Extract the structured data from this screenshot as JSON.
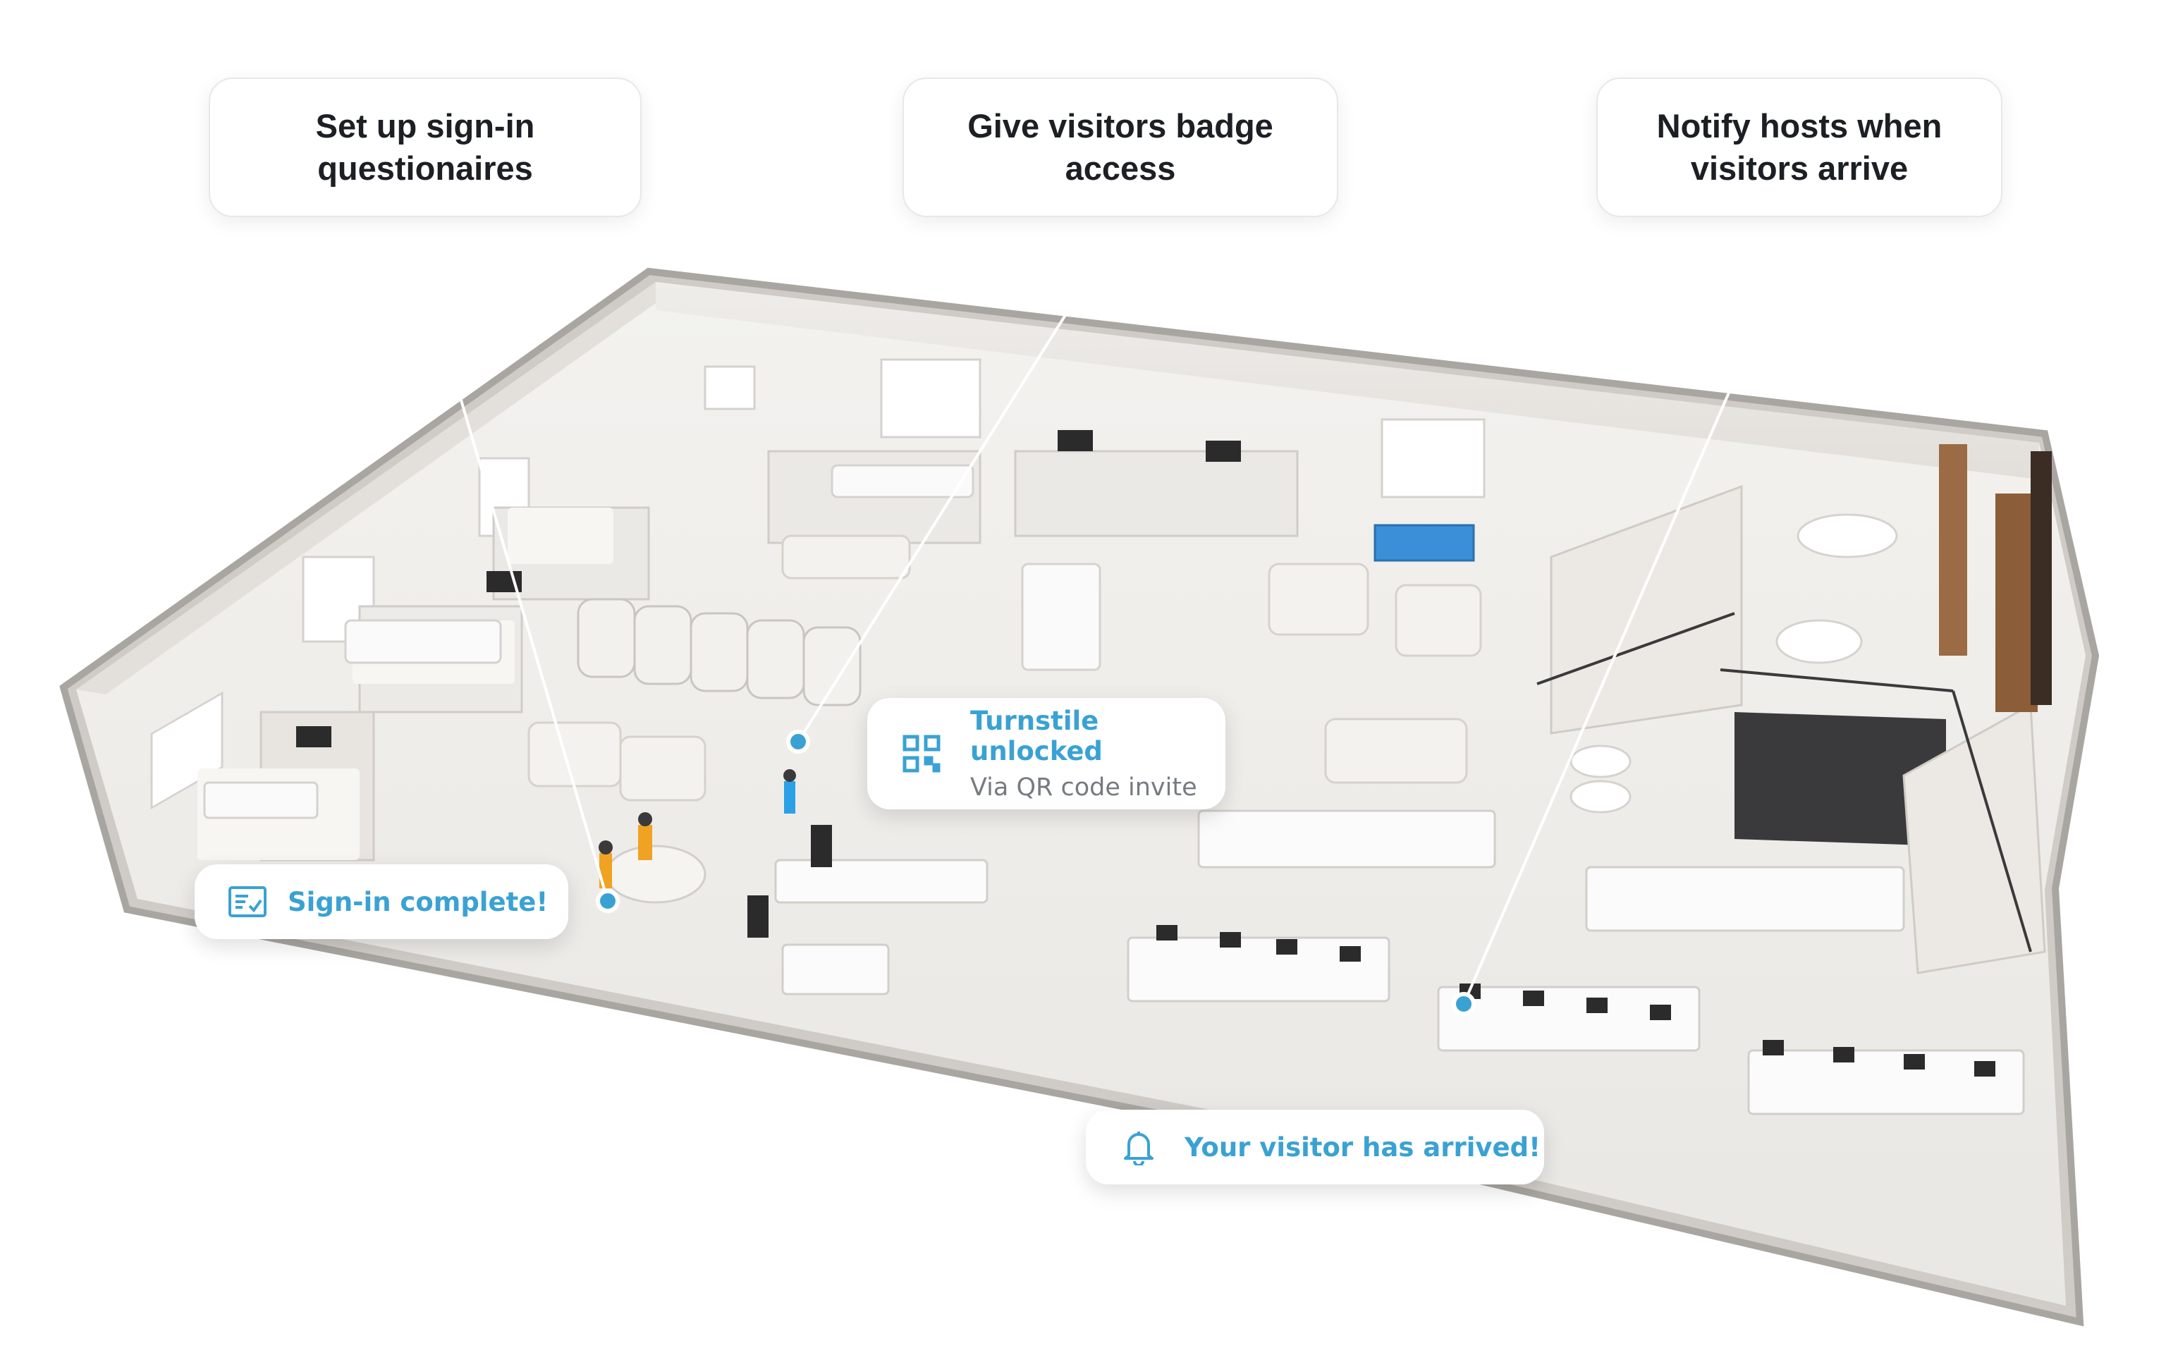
{
  "callouts": {
    "questionnaires": "Set up sign-in\nquestionaires",
    "badge_access": "Give visitors badge\naccess",
    "notify_hosts": "Notify hosts when\nvisitors arrive"
  },
  "notifications": {
    "turnstile_title": "Turnstile unlocked",
    "turnstile_subtitle": "Via QR code invite",
    "signin": "Sign-in complete!",
    "arrived": "Your visitor has arrived!"
  },
  "icons": {
    "signin": "checklist-icon",
    "turnstile": "qr-code-icon",
    "arrived": "bell-icon"
  },
  "colors": {
    "accent": "#3aa2d3",
    "callout_text": "#1c1f24",
    "subtext": "#767b82"
  }
}
